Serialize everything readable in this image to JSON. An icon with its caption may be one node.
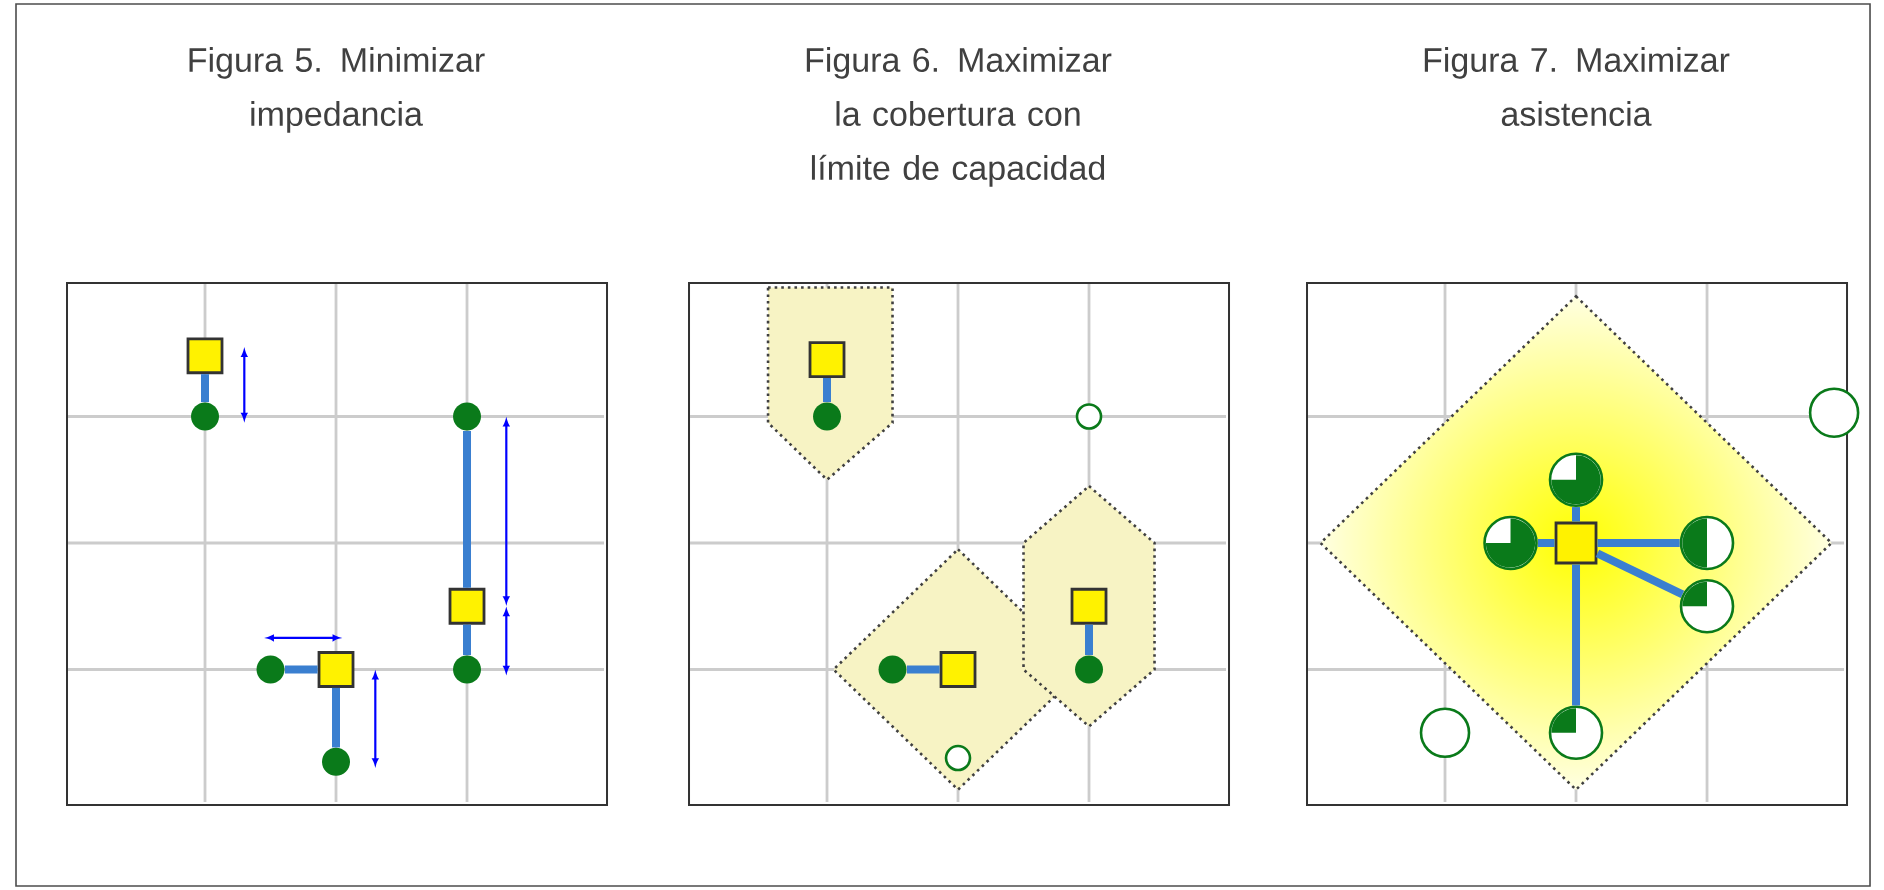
{
  "diagram": {
    "nodes": [
      {
        "text": [
          "Figura 5. Minimizar impedancia"
        ]
      },
      {
        "text": [],
        "shape": "box",
        "in": 0
      },
      {
        "text": [],
        "shape": "circle",
        "in": 0
      },
      {
        "text": [],
        "shape": "circle",
        "in": 0
      },
      {
        "text": [],
        "shape": "box",
        "in": 0
      },
      {
        "text": [],
        "shape": "circle",
        "in": 0
      },
      {
        "text": [],
        "shape": "box",
        "in": 0
      },
      {
        "text": [],
        "shape": "circle",
        "in": 0
      },
      {
        "text": [],
        "shape": "circle",
        "in": 0
      },
      {
        "text": [
          "Figura 6. Maximizar la cobertura con límite de capacidad"
        ]
      },
      {
        "text": [],
        "shape": "box",
        "in": 9
      },
      {
        "text": [],
        "shape": "circle",
        "in": 9
      },
      {
        "text": [],
        "shape": "circle",
        "in": 9
      },
      {
        "text": [],
        "shape": "box",
        "in": 9
      },
      {
        "text": [],
        "shape": "circle",
        "in": 9
      },
      {
        "text": [],
        "shape": "box",
        "in": 9
      },
      {
        "text": [],
        "shape": "circle",
        "in": 9
      },
      {
        "text": [],
        "shape": "circle",
        "in": 9
      },
      {
        "text": [
          "Figura 7. Maximizar asistencia"
        ]
      },
      {
        "text": [],
        "shape": "circle",
        "in": 18
      },
      {
        "text": [],
        "shape": "circle",
        "in": 18
      },
      {
        "text": [],
        "shape": "circle",
        "in": 18
      },
      {
        "text": [],
        "shape": "box",
        "in": 18
      },
      {
        "text": [],
        "shape": "circle",
        "in": 18
      },
      {
        "text": [],
        "shape": "circle",
        "in": 18
      },
      {
        "text": [],
        "shape": "circle",
        "in": 18
      },
      {
        "text": [],
        "shape": "circle",
        "in": 18
      }
    ],
    "edges": [
      {
        "from": 1,
        "to": 2,
        "arrow": "none"
      },
      {
        "from": 4,
        "to": 3,
        "arrow": "none"
      },
      {
        "from": 4,
        "to": 7,
        "arrow": "none"
      },
      {
        "from": 6,
        "to": 5,
        "arrow": "none"
      },
      {
        "from": 6,
        "to": 8,
        "arrow": "none"
      },
      {
        "from": 10,
        "to": 11,
        "arrow": "none"
      },
      {
        "from": 13,
        "to": 16,
        "arrow": "none"
      },
      {
        "from": 15,
        "to": 14,
        "arrow": "none"
      },
      {
        "from": 22,
        "to": 20,
        "arrow": "none"
      },
      {
        "from": 22,
        "to": 21,
        "arrow": "none"
      },
      {
        "from": 22,
        "to": 23,
        "arrow": "none"
      },
      {
        "from": 22,
        "to": 24,
        "arrow": "none"
      },
      {
        "from": 22,
        "to": 26,
        "arrow": "none"
      }
    ]
  }
}
